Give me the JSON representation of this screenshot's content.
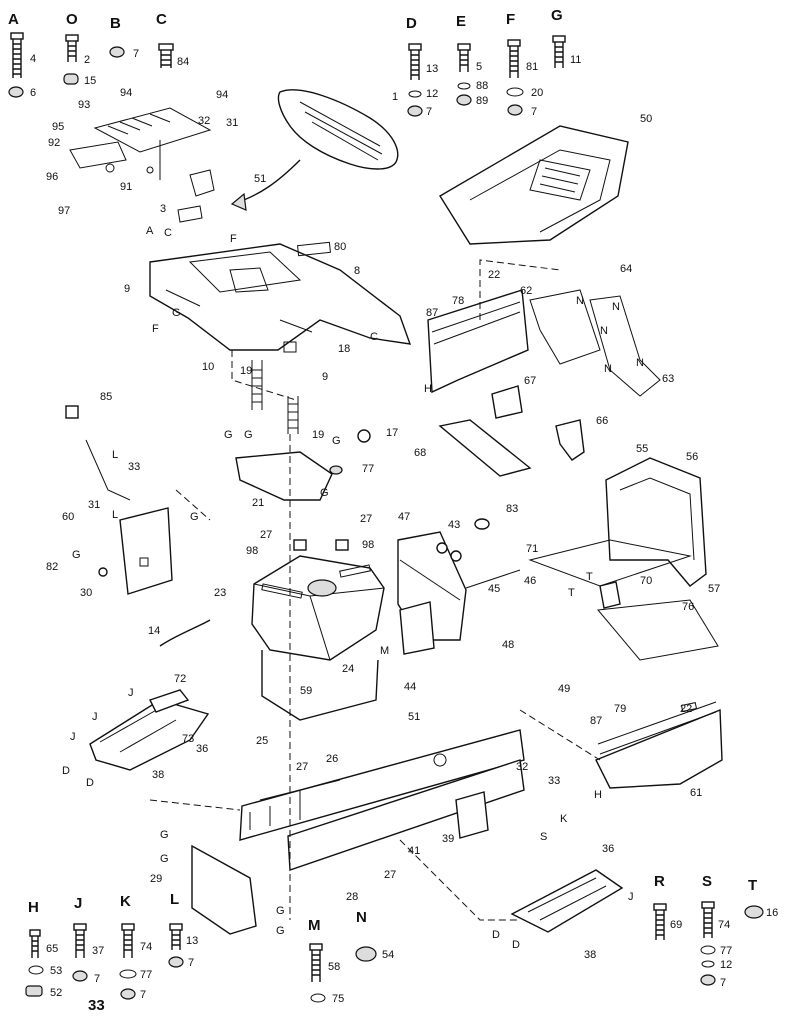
{
  "hardware_headers": [
    "A",
    "O",
    "B",
    "C",
    "D",
    "E",
    "F",
    "G",
    "H",
    "J",
    "K",
    "L",
    "M",
    "N",
    "R",
    "S",
    "T"
  ],
  "hardware_numbers": {
    "A": [
      "4",
      "6"
    ],
    "O": [
      "2",
      "15"
    ],
    "B": [
      "7"
    ],
    "C": [
      "84"
    ],
    "D": [
      "13",
      "12",
      "7"
    ],
    "E": [
      "5",
      "88",
      "89"
    ],
    "F": [
      "81",
      "20",
      "7"
    ],
    "G": [
      "11"
    ],
    "H": [
      "65",
      "53",
      "52"
    ],
    "J": [
      "37",
      "7"
    ],
    "K": [
      "74",
      "77",
      "7"
    ],
    "L": [
      "13",
      "7"
    ],
    "M": [
      "58",
      "75"
    ],
    "N": [
      "54"
    ],
    "R": [
      "69"
    ],
    "S": [
      "74",
      "77",
      "12",
      "7"
    ],
    "T": [
      "16"
    ]
  },
  "extra_label": "33",
  "part_labels": [
    "1",
    "50",
    "94",
    "94",
    "93",
    "32",
    "31",
    "95",
    "92",
    "96",
    "91",
    "97",
    "51",
    "3",
    "80",
    "8",
    "9",
    "22",
    "62",
    "64",
    "87",
    "78",
    "N",
    "N",
    "N",
    "N",
    "N",
    "63",
    "9",
    "10",
    "18",
    "67",
    "66",
    "85",
    "19",
    "19",
    "17",
    "68",
    "77",
    "33",
    "21",
    "31",
    "60",
    "82",
    "30",
    "27",
    "27",
    "98",
    "98",
    "23",
    "47",
    "43",
    "83",
    "46",
    "45",
    "71",
    "70",
    "57",
    "55",
    "56",
    "76",
    "14",
    "24",
    "59",
    "44",
    "48",
    "49",
    "72",
    "36",
    "73",
    "38",
    "25",
    "26",
    "27",
    "51",
    "79",
    "22",
    "87",
    "61",
    "32",
    "33",
    "39",
    "41",
    "27",
    "28",
    "29",
    "36",
    "38"
  ],
  "callout_letters": [
    "A",
    "C",
    "F",
    "G",
    "C",
    "F",
    "G",
    "G",
    "G",
    "G",
    "G",
    "G",
    "J",
    "J",
    "J",
    "D",
    "D",
    "H",
    "H",
    "M",
    "L",
    "L",
    "S",
    "K",
    "T",
    "T",
    "G",
    "G",
    "G",
    "G",
    "D",
    "D",
    "J"
  ]
}
